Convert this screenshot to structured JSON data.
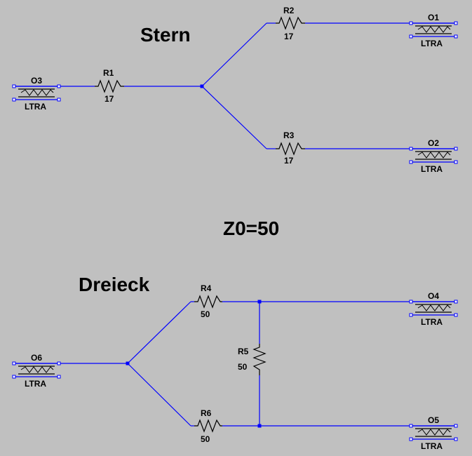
{
  "headings": {
    "stern": "Stern",
    "z0": "Z0=50",
    "dreieck": "Dreieck"
  },
  "colors": {
    "background": "#c0c0c0",
    "wire": "#0000ff",
    "component": "#000000",
    "pin_fill": "#ffffff"
  },
  "resistors": {
    "R1": {
      "name": "R1",
      "value": "17"
    },
    "R2": {
      "name": "R2",
      "value": "17"
    },
    "R3": {
      "name": "R3",
      "value": "17"
    },
    "R4": {
      "name": "R4",
      "value": "50"
    },
    "R5": {
      "name": "R5",
      "value": "50"
    },
    "R6": {
      "name": "R6",
      "value": "50"
    }
  },
  "lines": {
    "O1": {
      "name": "O1",
      "model": "LTRA"
    },
    "O2": {
      "name": "O2",
      "model": "LTRA"
    },
    "O3": {
      "name": "O3",
      "model": "LTRA"
    },
    "O4": {
      "name": "O4",
      "model": "LTRA"
    },
    "O5": {
      "name": "O5",
      "model": "LTRA"
    },
    "O6": {
      "name": "O6",
      "model": "LTRA"
    }
  }
}
